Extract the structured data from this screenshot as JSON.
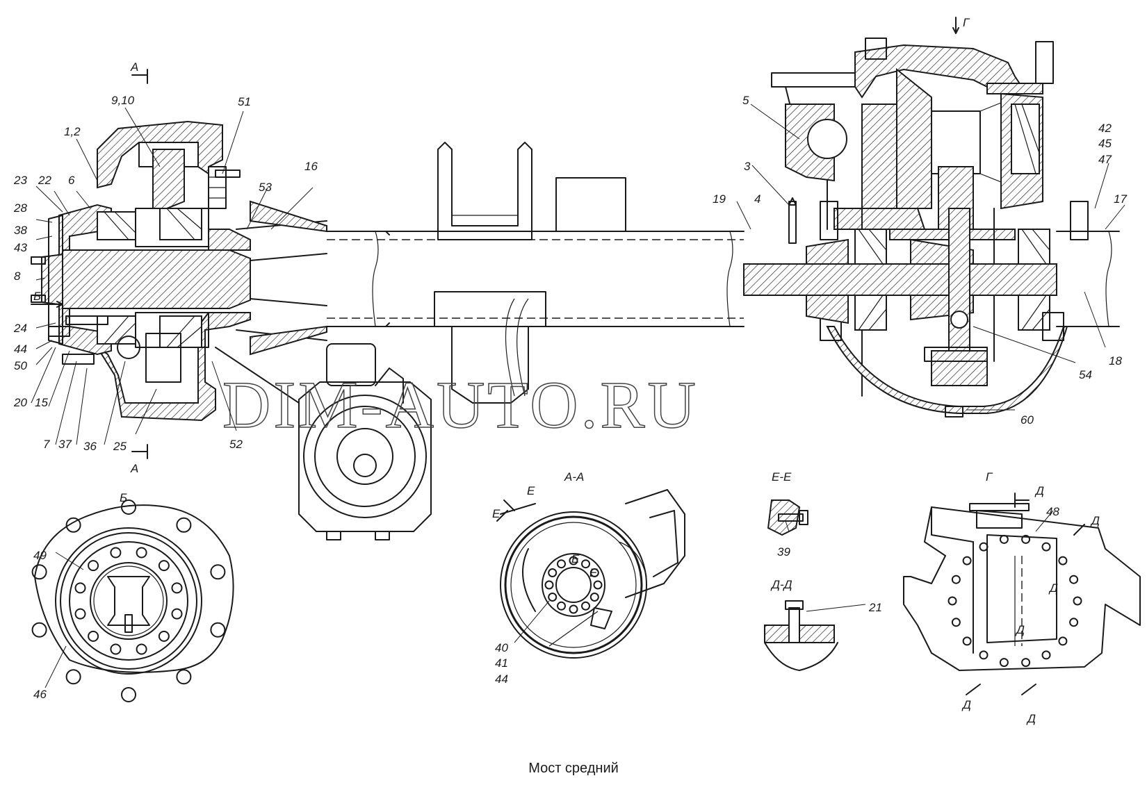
{
  "caption": "Мост средний",
  "watermark": "DIM-AUTO.RU",
  "views": {
    "section_a_top": "А",
    "section_a_bottom": "А",
    "view_b_arrow": "Б",
    "view_g_arrow": "Г",
    "view_b_title": "Б",
    "section_aa_title": "А-А",
    "section_ee_title": "Е-Е",
    "section_dd_title": "Д-Д",
    "view_g_title": "Г",
    "e_mark_1": "Е",
    "e_mark_2": "Е",
    "e_mark_3": "Е",
    "e_mark_4": "Е",
    "d_mark_1": "Д",
    "d_mark_2": "Д",
    "d_mark_3": "Д",
    "d_mark_4": "Д",
    "d_mark_5": "Д",
    "d_mark_6": "Д"
  },
  "callouts": {
    "c9_10": "9,10",
    "c51": "51",
    "c1_2": "1,2",
    "c23": "23",
    "c22": "22",
    "c6": "6",
    "c28": "28",
    "c38": "38",
    "c43": "43",
    "c8": "8",
    "c24": "24",
    "c44": "44",
    "c50": "50",
    "c20": "20",
    "c15": "15",
    "c7": "7",
    "c37": "37",
    "c36": "36",
    "c25": "25",
    "c52": "52",
    "c53": "53",
    "c16": "16",
    "c5": "5",
    "c3": "3",
    "c19": "19",
    "c4": "4",
    "c42": "42",
    "c45": "45",
    "c47": "47",
    "c17": "17",
    "c18": "18",
    "c54": "54",
    "c60": "60",
    "c49": "49",
    "c46": "46",
    "c40": "40",
    "c41": "41",
    "c44b": "44",
    "c39": "39",
    "c21": "21",
    "c48": "48"
  }
}
